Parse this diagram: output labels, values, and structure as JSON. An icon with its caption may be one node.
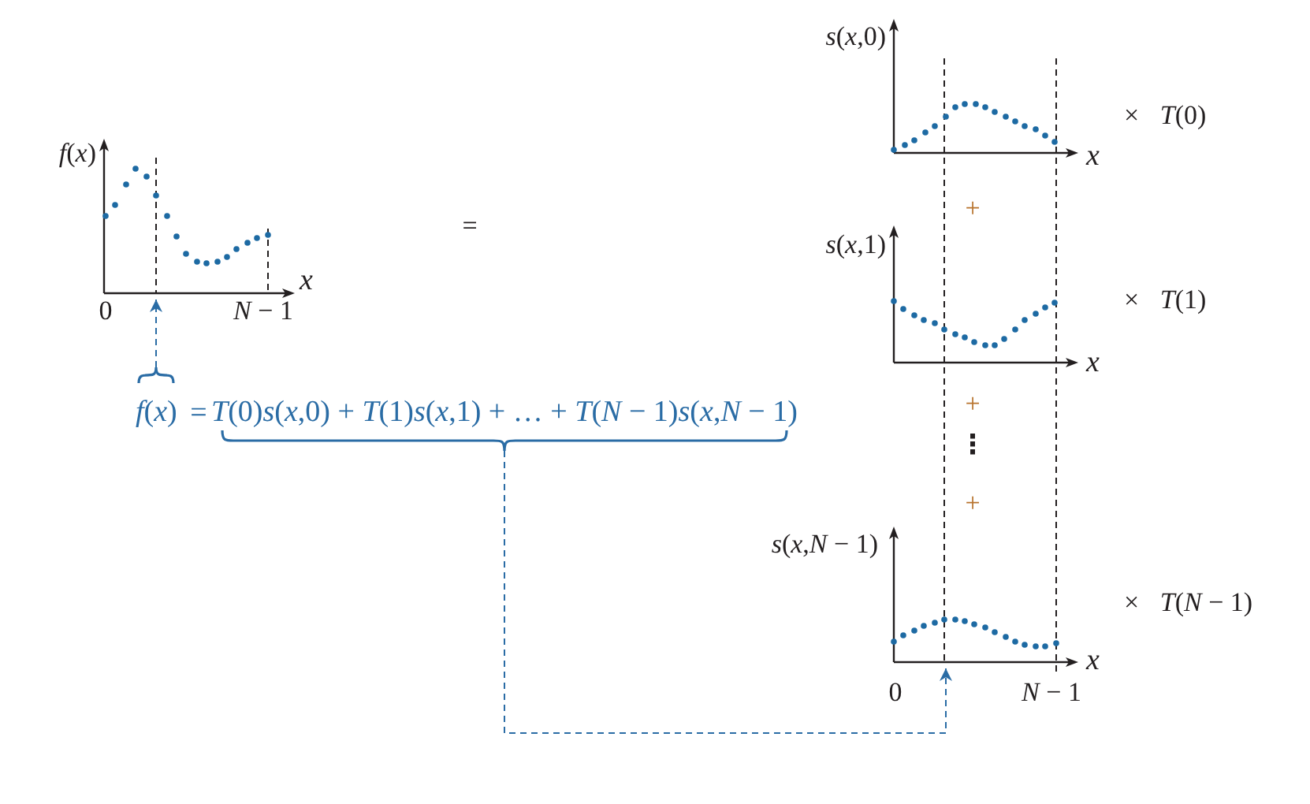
{
  "diagram": {
    "nodes": [
      {
        "text": [],
        "shape": "picture",
        "beside": [
          "*f*(*x*)",
          "x",
          "0",
          "*N* − 1"
        ]
      },
      {
        "text": [],
        "shape": "picture",
        "beside": [
          "*s*(*x*,0)",
          "x"
        ]
      },
      {
        "text": [],
        "shape": "picture",
        "beside": [
          "*s*(*x*,1)",
          "x"
        ]
      },
      {
        "text": [
          "*f*(*x*)"
        ]
      },
      {
        "text": [
          "*T*(0)*s*(*x*,0) + *T*(1)*s*(*x*,1) + … + *T*(*N* − 1)*s*(*x*,*N* − 1)"
        ]
      },
      {
        "text": [],
        "shape": "picture",
        "beside": [
          "*s*(*x*,*N* − 1)",
          "x",
          "0",
          "*N* − 1"
        ]
      }
    ],
    "edges": [
      {
        "from": 3,
        "to": 0,
        "arrow": "to",
        "style": "dashed"
      },
      {
        "from": 4,
        "to": 5,
        "arrow": "to",
        "style": "dashed"
      }
    ],
    "labels": [
      "× *T*(0)",
      "+",
      "=",
      "× *T*(1)",
      "+",
      "=",
      "⋮",
      "+",
      "× *T*(*N* − 1)"
    ]
  }
}
